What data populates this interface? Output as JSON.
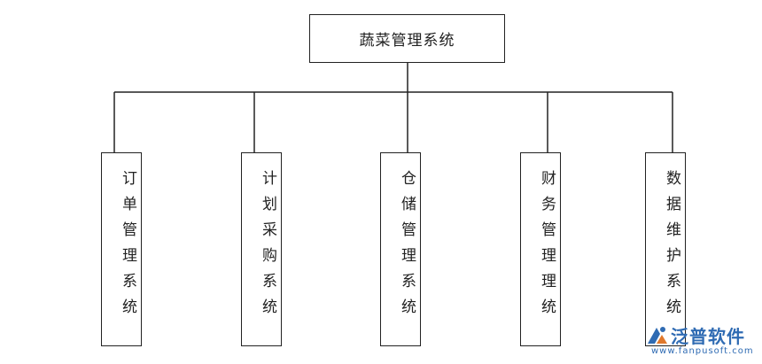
{
  "diagram": {
    "root": {
      "label": "蔬菜管理系统"
    },
    "children": [
      {
        "label": "订单管理系统"
      },
      {
        "label": "计划采购系统"
      },
      {
        "label": "仓储管理系统"
      },
      {
        "label": "财务管理理统"
      },
      {
        "label": "数据维护系统"
      }
    ]
  },
  "watermark": {
    "name": "泛普软件",
    "url": "www.fanpusoft.com",
    "color": "#2f6bb3"
  }
}
